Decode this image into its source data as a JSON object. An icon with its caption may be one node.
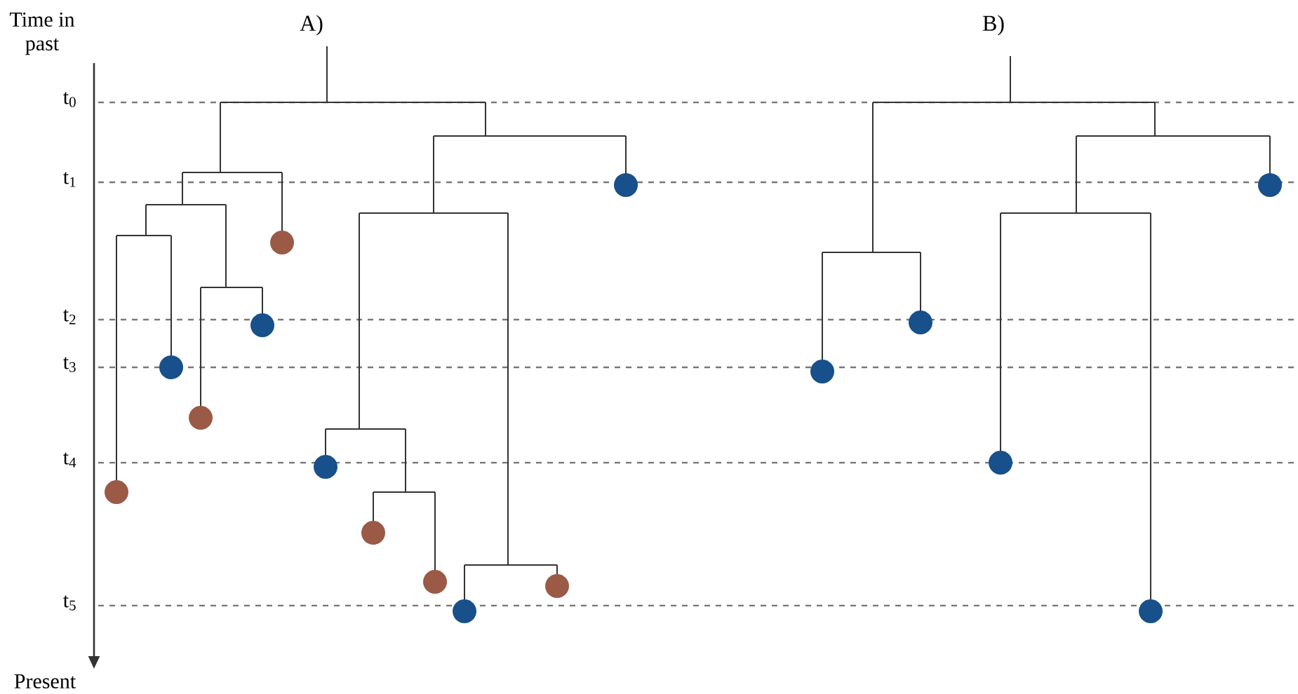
{
  "diagram": {
    "nodes": [
      {
        "text": [],
        "shape": "circle"
      },
      {
        "text": [],
        "shape": "circle"
      },
      {
        "text": [],
        "shape": "circle"
      },
      {
        "text": [],
        "shape": "circle"
      },
      {
        "text": [],
        "shape": "circle"
      },
      {
        "text": [],
        "shape": "circle"
      },
      {
        "text": [],
        "shape": "circle"
      },
      {
        "text": [],
        "shape": "circle"
      },
      {
        "text": [],
        "shape": "circle"
      },
      {
        "text": [],
        "shape": "circle"
      },
      {
        "text": [],
        "shape": "circle"
      },
      {
        "text": [],
        "shape": "circle"
      },
      {
        "text": [],
        "shape": "circle"
      },
      {
        "text": [],
        "shape": "circle"
      },
      {
        "text": [],
        "shape": "circle"
      },
      {
        "text": [],
        "shape": "circle"
      }
    ],
    "labels": [
      "Time in past",
      "A)",
      "B)",
      "t$_{0}$",
      "t$_{1}$",
      "t$_{2}$",
      "t$_{3}$",
      "t$_{4}$",
      "t$_{5}$",
      "Present"
    ]
  }
}
